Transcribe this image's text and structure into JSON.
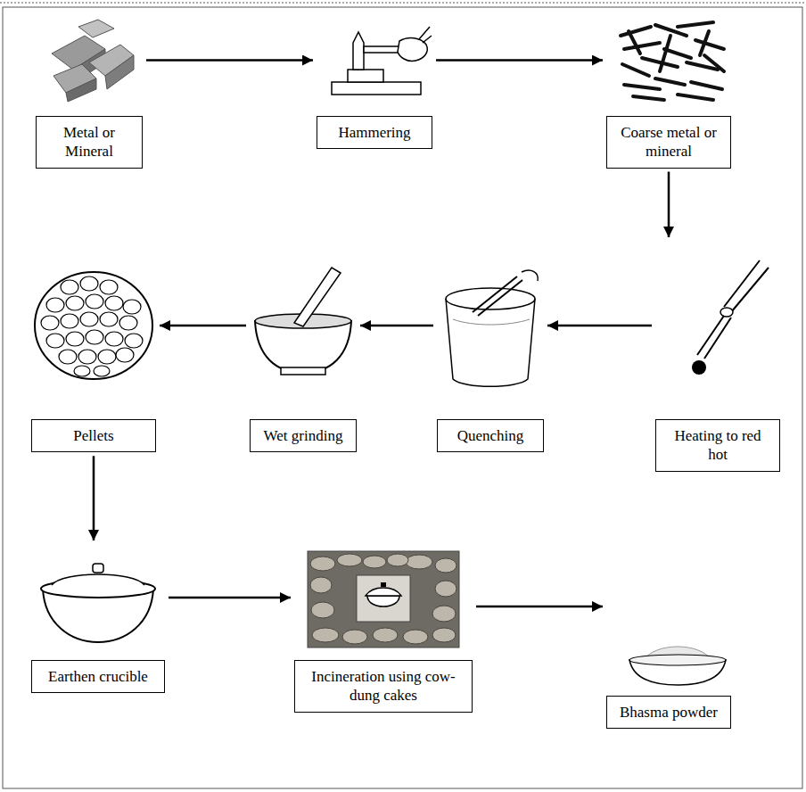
{
  "diagram": {
    "nodes": [
      {
        "text": [
          "Metal or Mineral"
        ]
      },
      {
        "text": [
          "Hammering"
        ]
      },
      {
        "text": [
          "Coarse metal or mineral"
        ]
      },
      {
        "text": [
          "Heating to red hot"
        ]
      },
      {
        "text": [
          "Quenching"
        ]
      },
      {
        "text": [
          "Wet grinding"
        ]
      },
      {
        "text": [
          "Pellets"
        ]
      },
      {
        "text": [
          "Earthen crucible"
        ]
      },
      {
        "text": [
          "Incineration using cow-dung cakes"
        ]
      },
      {
        "text": [
          "Bhasma powder"
        ]
      }
    ],
    "edges": [
      {
        "from": 0,
        "to": 1,
        "arrow": "to"
      },
      {
        "from": 1,
        "to": 2,
        "arrow": "to"
      },
      {
        "from": 2,
        "to": 3,
        "arrow": "to"
      },
      {
        "from": 3,
        "to": 4,
        "arrow": "to"
      },
      {
        "from": 4,
        "to": 5,
        "arrow": "to"
      },
      {
        "from": 5,
        "to": 6,
        "arrow": "to"
      },
      {
        "from": 6,
        "to": 7,
        "arrow": "to"
      },
      {
        "from": 7,
        "to": 8,
        "arrow": "to"
      },
      {
        "from": 8,
        "to": 9,
        "arrow": "to"
      }
    ]
  }
}
